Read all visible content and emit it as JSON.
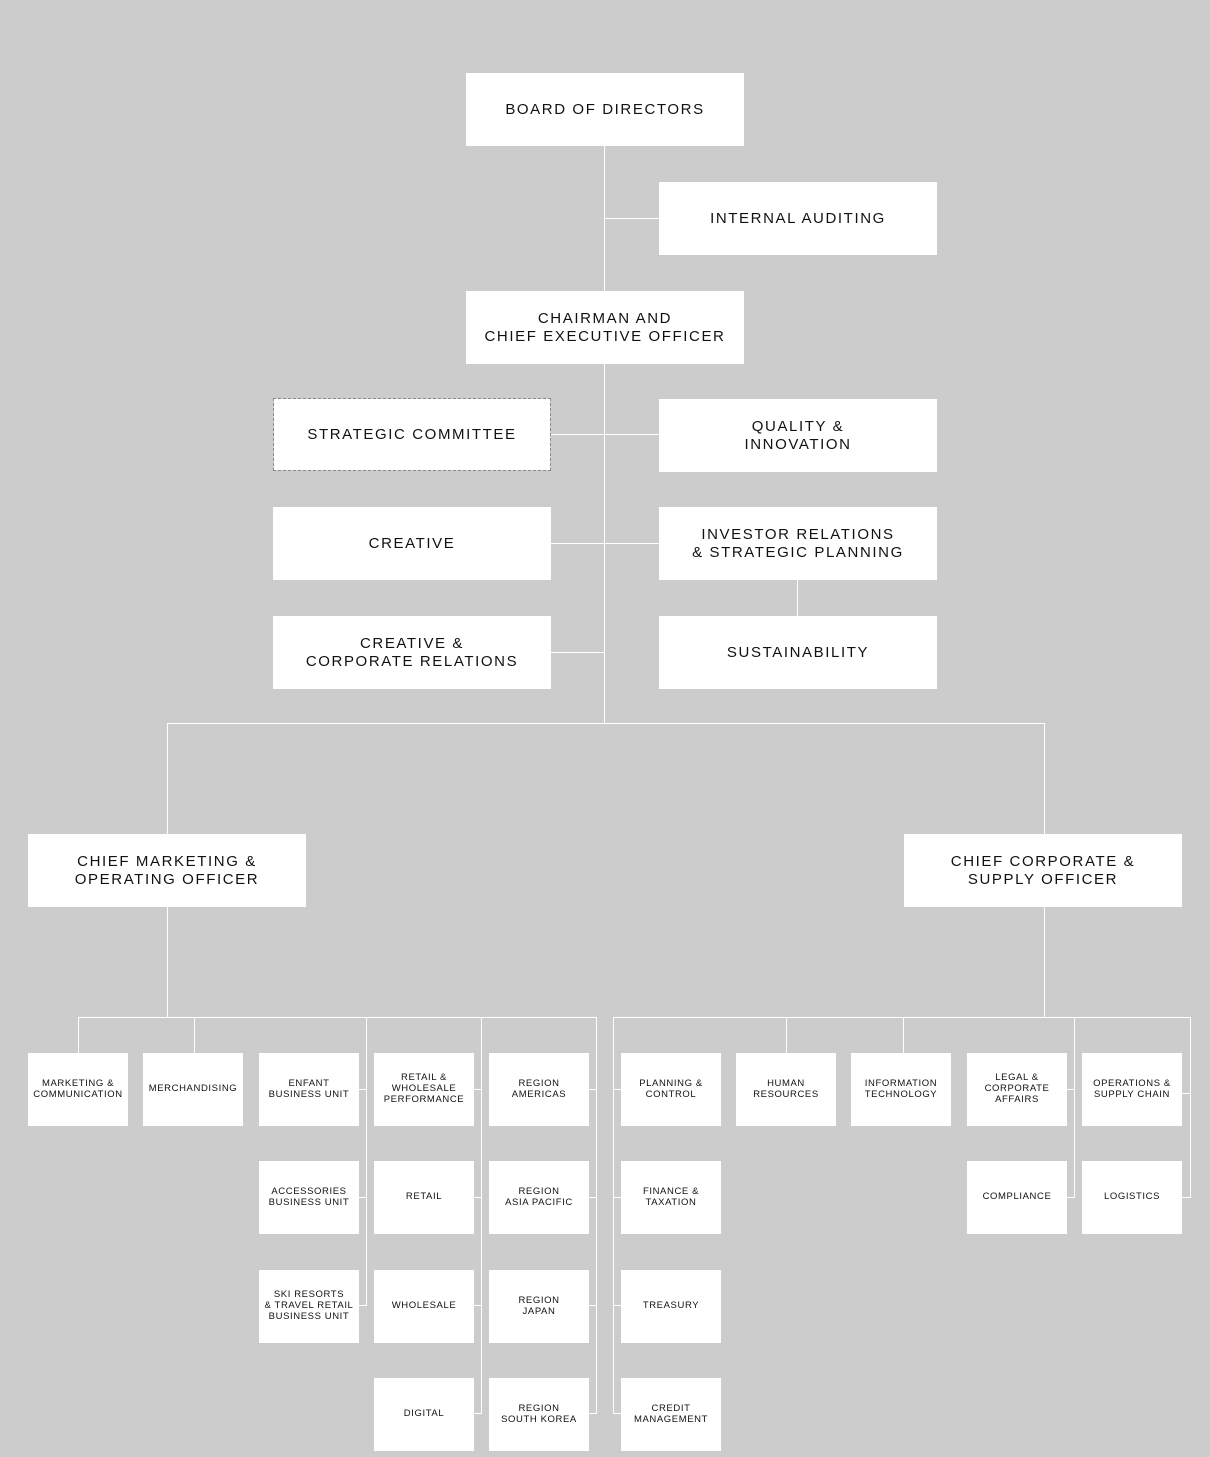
{
  "nodes": {
    "board": "BOARD OF DIRECTORS",
    "internal_auditing": "INTERNAL AUDITING",
    "ceo": "CHAIRMAN AND\nCHIEF EXECUTIVE OFFICER",
    "strategic_committee": "STRATEGIC COMMITTEE",
    "quality_innovation": "QUALITY &\nINNOVATION",
    "creative": "CREATIVE",
    "investor_relations": "INVESTOR RELATIONS\n& STRATEGIC PLANNING",
    "creative_corporate": "CREATIVE &\nCORPORATE RELATIONS",
    "sustainability": "SUSTAINABILITY",
    "cmo": "CHIEF MARKETING &\nOPERATING OFFICER",
    "cco": "CHIEF CORPORATE &\nSUPPLY OFFICER",
    "marketing_communication": "MARKETING &\nCOMMUNICATION",
    "merchandising": "MERCHANDISING",
    "enfant": "ENFANT\nBUSINESS UNIT",
    "accessories": "ACCESSORIES\nBUSINESS UNIT",
    "ski_resorts": "SKI RESORTS\n& TRAVEL RETAIL\nBUSINESS UNIT",
    "retail_wholesale_perf": "RETAIL &\nWHOLESALE\nPERFORMANCE",
    "retail": "RETAIL",
    "wholesale": "WHOLESALE",
    "digital": "DIGITAL",
    "region_americas": "REGION\nAMERICAS",
    "region_asia_pacific": "REGION\nASIA PACIFIC",
    "region_japan": "REGION\nJAPAN",
    "region_south_korea": "REGION\nSOUTH KOREA",
    "planning_control": "PLANNING &\nCONTROL",
    "finance_taxation": "FINANCE &\nTAXATION",
    "treasury": "TREASURY",
    "credit_management": "CREDIT\nMANAGEMENT",
    "human_resources": "HUMAN\nRESOURCES",
    "information_technology": "INFORMATION\nTECHNOLOGY",
    "legal_corporate": "LEGAL &\nCORPORATE\nAFFAIRS",
    "compliance": "COMPLIANCE",
    "operations_supply": "OPERATIONS &\nSUPPLY CHAIN",
    "logistics": "LOGISTICS"
  },
  "colors": {
    "background": "#cccccc",
    "box": "#ffffff",
    "connector": "#ffffff",
    "text": "#111111"
  }
}
